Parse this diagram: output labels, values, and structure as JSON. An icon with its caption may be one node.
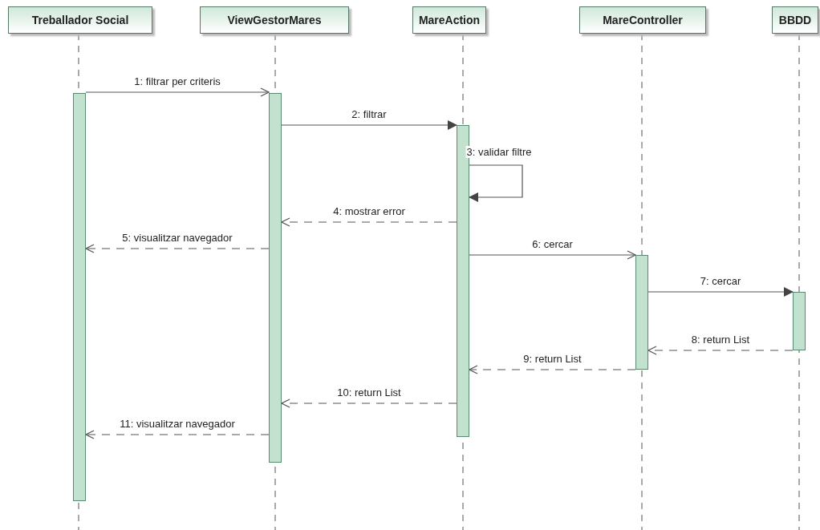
{
  "diagram": {
    "nodes": [
      {
        "text": [
          "Treballador Social"
        ]
      },
      {
        "text": [
          "ViewGestorMares"
        ]
      },
      {
        "text": [
          "MareAction"
        ]
      },
      {
        "text": [
          "MareController"
        ]
      },
      {
        "text": [
          "BBDD"
        ]
      },
      {
        "text": [],
        "shape": "bar"
      },
      {
        "text": [],
        "shape": "bar"
      },
      {
        "text": [],
        "shape": "bar"
      },
      {
        "text": [],
        "shape": "bar"
      },
      {
        "text": [],
        "shape": "bar"
      }
    ],
    "edges": [
      {
        "from": 5,
        "to": 6,
        "arrow": "to",
        "label": "1: filtrar per criteris"
      },
      {
        "from": 6,
        "to": 7,
        "arrow": "to",
        "label": "2: filtrar"
      },
      {
        "from": 7,
        "to": 7,
        "arrow": "to",
        "label": "3: validar filtre"
      },
      {
        "from": 7,
        "to": 6,
        "arrow": "to",
        "label": "4: mostrar error",
        "style": "dashed"
      },
      {
        "from": 6,
        "to": 5,
        "arrow": "to",
        "label": "5: visualitzar navegador",
        "style": "dashed"
      },
      {
        "from": 7,
        "to": 8,
        "arrow": "to",
        "label": "6: cercar"
      },
      {
        "from": 8,
        "to": 9,
        "arrow": "to",
        "label": "7: cercar"
      },
      {
        "from": 9,
        "to": 8,
        "arrow": "to",
        "label": "8: return List",
        "style": "dashed"
      },
      {
        "from": 8,
        "to": 7,
        "arrow": "to",
        "label": "9: return List",
        "style": "dashed"
      },
      {
        "from": 7,
        "to": 6,
        "arrow": "to",
        "label": "10: return List",
        "style": "dashed"
      },
      {
        "from": 6,
        "to": 5,
        "arrow": "to",
        "label": "11: visualitzar navegador",
        "style": "dashed"
      }
    ]
  }
}
